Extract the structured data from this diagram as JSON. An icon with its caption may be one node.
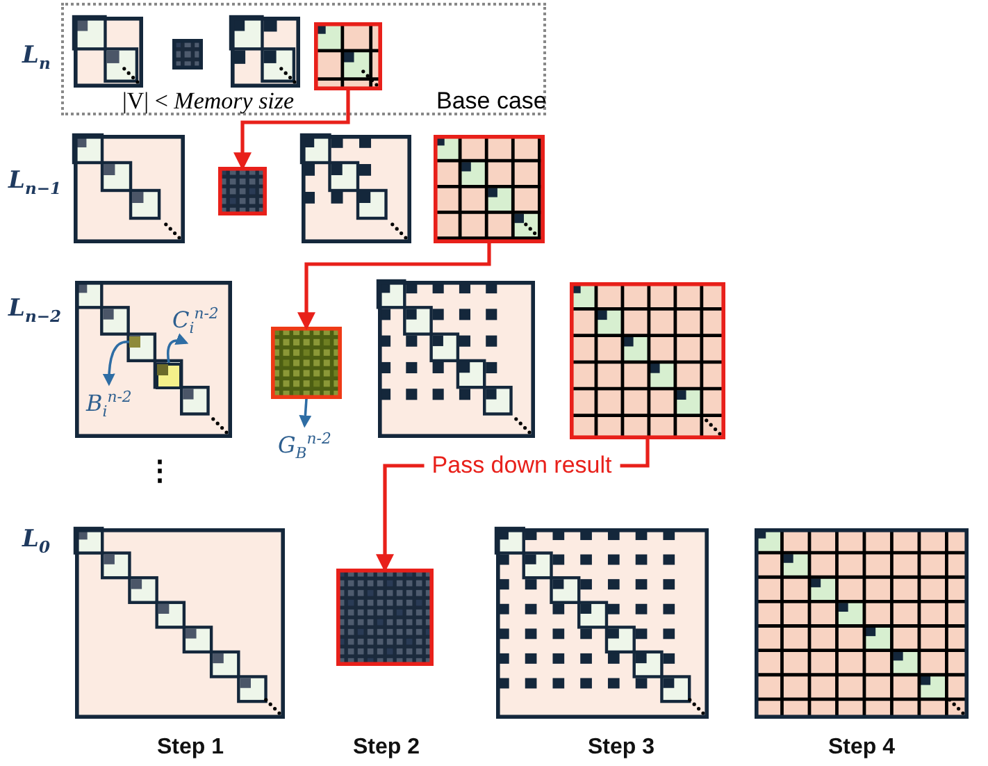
{
  "diagram": {
    "nodes": [
      {
        "text": [
          "|V| < *Memory size*",
          "Base case"
        ]
      },
      {
        "text": [],
        "shape": "box",
        "in": 0
      },
      {
        "text": [],
        "shape": "box"
      },
      {
        "text": [],
        "shape": "box"
      },
      {
        "text": [],
        "shape": "box"
      },
      {
        "text": [],
        "shape": "box",
        "in": 4
      },
      {
        "text": [],
        "shape": "box",
        "in": 4
      },
      {
        "text": [
          "C$_{i}$$^{n-2}$"
        ],
        "in": 4
      },
      {
        "text": [
          "B$_{i}$$^{n-2}$"
        ],
        "in": 4
      },
      {
        "text": [],
        "shape": "box"
      },
      {
        "text": [
          "G$_{B}$$^{n-2}$"
        ]
      },
      {
        "text": [],
        "shape": "box"
      },
      {
        "text": [],
        "shape": "box"
      }
    ],
    "edges": [
      {
        "from": 1,
        "to": 2,
        "arrow": "to",
        "color": "#e8201a"
      },
      {
        "from": 3,
        "to": 9,
        "arrow": "to",
        "color": "#e8201a"
      },
      {
        "from": 5,
        "to": 8,
        "arrow": "to",
        "color": "#2e6da4"
      },
      {
        "from": 6,
        "to": 7,
        "arrow": "to",
        "color": "#2e6da4"
      },
      {
        "from": 9,
        "to": 10,
        "arrow": "to",
        "color": "#2e6da4"
      },
      {
        "from": 11,
        "to": 12,
        "arrow": "to",
        "color": "#e8201a",
        "label": "Pass down result"
      }
    ],
    "labels": [
      "L$_{n}$",
      "L$_{n−1}$",
      "L$_{n−2}$",
      "⋮",
      "L$_{0}$",
      "Step 1",
      "Step 2",
      "Step 3",
      "Step 4"
    ]
  }
}
